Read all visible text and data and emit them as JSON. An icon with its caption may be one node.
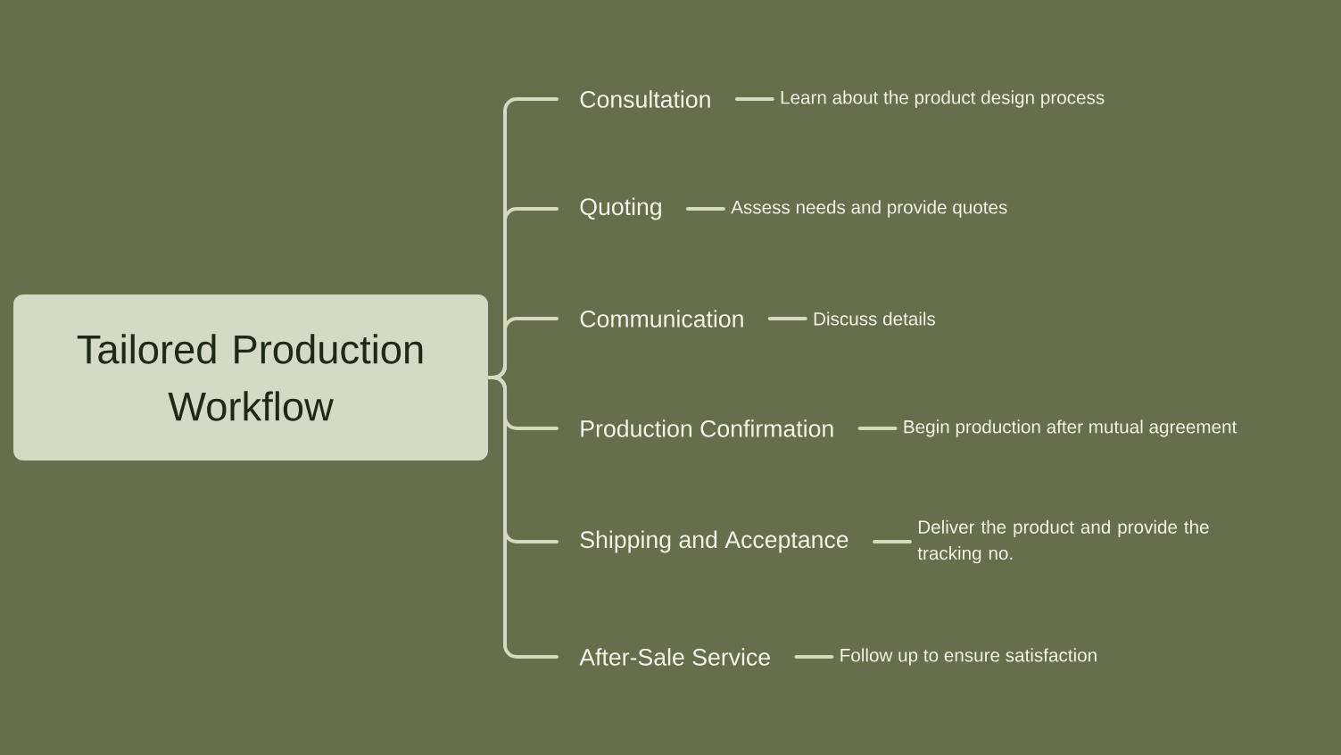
{
  "diagram": {
    "nodes": [
      {
        "text": [
          "Tailored Production Workflow"
        ]
      },
      {
        "text": [
          "Consultation"
        ]
      },
      {
        "text": [
          "Learn about the product design process"
        ]
      },
      {
        "text": [
          "Quoting"
        ]
      },
      {
        "text": [
          "Assess needs and provide quotes"
        ]
      },
      {
        "text": [
          "Communication"
        ]
      },
      {
        "text": [
          "Discuss details"
        ]
      },
      {
        "text": [
          "Production Confirmation"
        ]
      },
      {
        "text": [
          "Begin production after mutual agreement"
        ]
      },
      {
        "text": [
          "Shipping and Acceptance"
        ]
      },
      {
        "text": [
          "Deliver the product and provide the tracking no."
        ]
      },
      {
        "text": [
          "After-Sale Service"
        ]
      },
      {
        "text": [
          "Follow up to ensure satisfaction"
        ]
      }
    ],
    "edges": [
      {
        "from": 0,
        "to": 1,
        "arrow": "none"
      },
      {
        "from": 0,
        "to": 3,
        "arrow": "none"
      },
      {
        "from": 0,
        "to": 5,
        "arrow": "none"
      },
      {
        "from": 0,
        "to": 7,
        "arrow": "none"
      },
      {
        "from": 0,
        "to": 9,
        "arrow": "none"
      },
      {
        "from": 0,
        "to": 11,
        "arrow": "none"
      },
      {
        "from": 1,
        "to": 2,
        "arrow": "none"
      },
      {
        "from": 3,
        "to": 4,
        "arrow": "none"
      },
      {
        "from": 5,
        "to": 6,
        "arrow": "none"
      },
      {
        "from": 7,
        "to": 8,
        "arrow": "none"
      },
      {
        "from": 9,
        "to": 10,
        "arrow": "none"
      },
      {
        "from": 11,
        "to": 12,
        "arrow": "none"
      }
    ]
  }
}
